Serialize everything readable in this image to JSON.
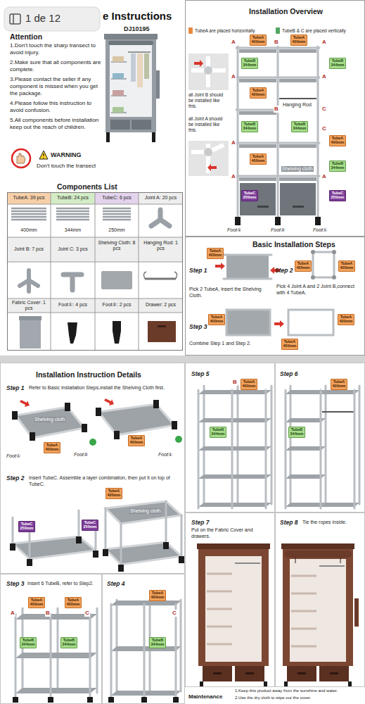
{
  "diagram": {
    "title": "e Instructions",
    "nodes": [
      {
        "text": [
          "Components List"
        ]
      },
      {
        "text": [
          "Installation Overview"
        ]
      },
      {
        "text": [
          "Basic Installation Steps",
          "Step 1",
          "Pick 2 TubeA, insert the Shelving Cloth.",
          "Step 2",
          "Pick 4 Joint A and 2 Joint B,connect with 4 TubeA.",
          "Step 3",
          "Combine Step 1 and Step 2."
        ]
      },
      {
        "text": [
          "Installation Instruction Details",
          "Step 1",
          "Refer to Basic Installation Steps,install the Shelving Cloth first.",
          "Step 2",
          "Insert TubeC. Assemble a layer combination, then put it on top of TubeC."
        ]
      },
      {
        "text": [
          "Step 3",
          "Insert 6 TubeB, refer to Step2."
        ]
      },
      {
        "text": [
          "Step 4"
        ]
      },
      {
        "text": [
          "Step 5"
        ]
      },
      {
        "text": [
          "Step 6"
        ]
      },
      {
        "text": [
          "Step 7",
          "Put on the Fabric Cover and drawers."
        ]
      },
      {
        "text": [
          "Step 8",
          "Tie the ropes inside."
        ]
      }
    ],
    "labels": [
      "1 de 12",
      "DJ10195",
      "Attention",
      "1.Don't touch the sharp transect to avoid injury.",
      "2.Make sure that all components are complete.",
      "3.Please contact the seller if any component is missed when you get the package.",
      "4.Please follow this instruction to avoid confusion.",
      "5.All components before installation keep out the reach of children.",
      "WARNING",
      "Don't touch the transect",
      "TubeA: 39 pcs",
      "TubeB: 24 pcs",
      "TubeC: 6 pcs",
      "Joint A: 20 pcs",
      "400mm",
      "344mm",
      "250mm",
      "Joint B: 7 pcs",
      "Joint C: 3 pcs",
      "Shelving Cloth: 8 pcs",
      "Hanging Rod: 1 pcs",
      "Fabric Cover: 1 pcs",
      "Foot①: 4 pcs",
      "Foot②: 2 pcs",
      "Drawer: 2 pcs",
      "all Joint B should be installed like this.",
      "all Joint A should be installed like this.",
      "TubeA 400mm",
      "TubeA 400mm",
      "A",
      "B",
      "A",
      "TubeB 344mm",
      "TubeB 344mm",
      "A",
      "A",
      "TubeA 400mm",
      "Hanging Rod",
      "C",
      "B",
      "TubeB 344mm",
      "C",
      "TubeA 400mm",
      "A",
      "TubeA 400mm",
      "TubeB 344mm",
      "TubeB 344mm",
      "Shelving cloth",
      "A",
      "A",
      "TubeC 250mm",
      "TubeC 250mm",
      "Foot①",
      "Foot②",
      "Foot①",
      "TubeA 400mm",
      "TubeA 400mm",
      "TubeA 400mm",
      "TubeA 400mm",
      "TubeA 400mm",
      "TubeA 400mm",
      "Shelving cloth",
      "TubeA 400mm",
      "TubeA 400mm",
      "Foot①",
      "Foot②",
      "Foot①",
      "TubeC 250mm",
      "TubeC 250mm",
      "TubeA 400mm",
      "Shelving cloth",
      "TubeA 400mm",
      "TubeA 400mm",
      "A",
      "B",
      "C",
      "TubeB 344mm",
      "TubeB 344mm",
      "TubeA 400mm",
      "C",
      "TubeB 344mm",
      "B",
      "TubeA 400mm",
      "TubeB 344mm",
      "TubeA 400mm",
      "TubeB 344mm",
      "Maintenance",
      "1.Keep this product away from the sunshine and water.",
      "2.Use the dry cloth to wipe out the cover."
    ],
    "legend": [
      {
        "text": "TubeA are placed horizontally",
        "color": "#e8893f"
      },
      {
        "text": "TubeB & C are placed vertically",
        "color": "#4fa862"
      }
    ]
  }
}
